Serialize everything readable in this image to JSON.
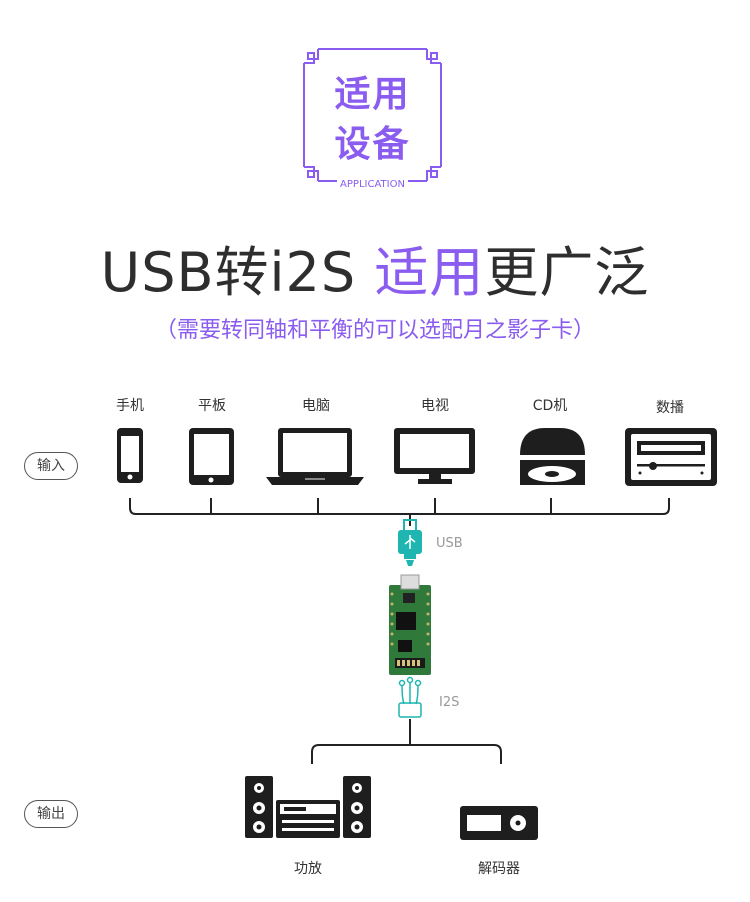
{
  "badge": {
    "line1": "适用",
    "line2": "设备",
    "sub": "APPLICATION"
  },
  "headline": {
    "part1": "USB转i2S ",
    "accent": "适用",
    "part2": "更广泛"
  },
  "subline": "（需要转同轴和平衡的可以选配月之影子卡）",
  "input_label": "输入",
  "output_label": "输出",
  "inputs": [
    {
      "label": "手机",
      "icon": "phone-icon"
    },
    {
      "label": "平板",
      "icon": "tablet-icon"
    },
    {
      "label": "电脑",
      "icon": "laptop-icon"
    },
    {
      "label": "电视",
      "icon": "tv-icon"
    },
    {
      "label": "CD机",
      "icon": "cd-player-icon"
    },
    {
      "label": "数播",
      "icon": "digital-player-icon"
    }
  ],
  "usb_label": "USB",
  "i2s_label": "I2S",
  "outputs": [
    {
      "label": "功放",
      "icon": "amplifier-icon"
    },
    {
      "label": "解码器",
      "icon": "decoder-icon"
    }
  ],
  "colors": {
    "accent": "#8a5cf0",
    "usb": "#1fb5b0",
    "board": "#2f7a3a",
    "dark": "#1e1e1e"
  }
}
